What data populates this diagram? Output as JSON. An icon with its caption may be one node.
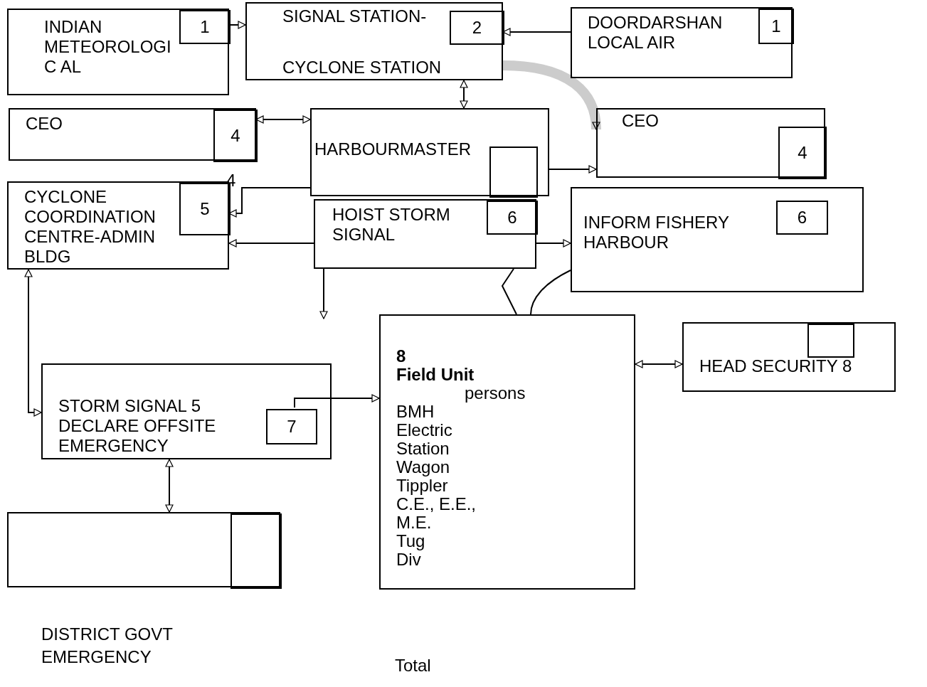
{
  "diagram": {
    "nodes": [
      {
        "text": [
          "INDIAN METEOROLOGI C AL"
        ]
      },
      {
        "text": [
          "1"
        ],
        "in": 0
      },
      {
        "text": [
          "SIGNAL STATION-",
          "CYCLONE STATION"
        ]
      },
      {
        "text": [
          "2"
        ],
        "in": 2
      },
      {
        "text": [
          "DOORDARSHAN LOCAL AIR"
        ]
      },
      {
        "text": [
          "1"
        ],
        "in": 4
      },
      {
        "text": [
          "CEO"
        ]
      },
      {
        "text": [
          "4"
        ],
        "in": 6
      },
      {
        "text": [
          "HARBOURMASTER"
        ]
      },
      {
        "text": [],
        "shape": "box",
        "in": 8
      },
      {
        "text": [
          "CEO"
        ]
      },
      {
        "text": [
          "4"
        ],
        "in": 10
      },
      {
        "text": [
          "CYCLONE COORDINATION CENTRE-ADMIN BLDG"
        ]
      },
      {
        "text": [
          "5"
        ],
        "in": 12
      },
      {
        "text": [
          "HOIST STORM SIGNAL"
        ]
      },
      {
        "text": [
          "6"
        ],
        "in": 14
      },
      {
        "text": [
          "INFORM FISHERY HARBOUR"
        ]
      },
      {
        "text": [
          "6"
        ],
        "in": 16
      },
      {
        "text": [
          "8",
          "Field Unit",
          "persons",
          "BMH Electric Station Wagon Tippler",
          "C.E., E.E., M.E.",
          "Tug Div"
        ]
      },
      {
        "text": [
          "HEAD SECURITY 8"
        ]
      },
      {
        "text": [],
        "shape": "box",
        "in": 19
      },
      {
        "text": [
          "STORM SIGNAL 5 DECLARE OFFSITE EMERGENCY"
        ]
      },
      {
        "text": [
          "7"
        ],
        "in": 21
      },
      {
        "text": [
          "DISTRICT GOVT EMERGENCY"
        ]
      },
      {
        "text": [],
        "shape": "box",
        "in": 23
      }
    ],
    "edges": [
      {
        "from": 1,
        "to": 2,
        "arrow": "to"
      },
      {
        "from": 4,
        "to": 2,
        "arrow": "to"
      },
      {
        "from": 2,
        "to": 8,
        "arrow": "both"
      },
      {
        "from": 6,
        "to": 8,
        "arrow": "both"
      },
      {
        "from": 8,
        "to": 12,
        "arrow": "to"
      },
      {
        "from": 8,
        "to": 10,
        "arrow": "to"
      },
      {
        "from": 2,
        "to": 10,
        "arrow": "to",
        "style": "thick",
        "color": "#cccccc"
      },
      {
        "from": 14,
        "to": 12,
        "arrow": "to"
      },
      {
        "from": 14,
        "to": null,
        "arrow": "to"
      },
      {
        "from": 14,
        "to": 16,
        "arrow": "to"
      },
      {
        "from": 16,
        "to": 18,
        "arrow": "none"
      },
      {
        "from": 14,
        "to": 18,
        "arrow": "none"
      },
      {
        "from": 12,
        "to": 21,
        "arrow": "both"
      },
      {
        "from": 22,
        "to": 18,
        "arrow": "to"
      },
      {
        "from": 21,
        "to": 23,
        "arrow": "both"
      },
      {
        "from": 18,
        "to": 19,
        "arrow": "both"
      }
    ],
    "labels": [
      "4",
      "Total"
    ]
  }
}
